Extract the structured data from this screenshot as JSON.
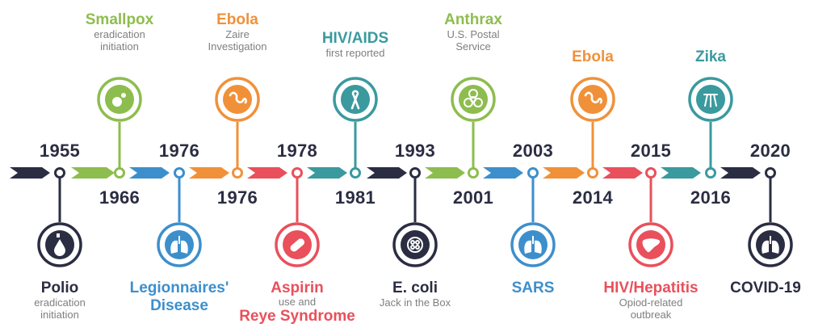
{
  "colors": {
    "navy": "#2b2d42",
    "green": "#8dbd4e",
    "blue": "#3d8fcc",
    "orange": "#f0913a",
    "red": "#e9505b",
    "teal": "#3a9a9e",
    "gray": "#7f7f7f"
  },
  "years": {
    "y1955": "1955",
    "y1966": "1966",
    "y1976a": "1976",
    "y1976b": "1976",
    "y1978": "1978",
    "y1981": "1981",
    "y1993": "1993",
    "y2001": "2001",
    "y2003": "2003",
    "y2014": "2014",
    "y2015": "2015",
    "y2016": "2016",
    "y2020": "2020"
  },
  "events": {
    "smallpox": {
      "title": "Smallpox",
      "sub1": "eradication",
      "sub2": "initiation",
      "icon": "smallpox-virus-icon"
    },
    "ebola_zaire": {
      "title": "Ebola",
      "sub1": "Zaire",
      "sub2": "Investigation",
      "icon": "ebola-virus-icon"
    },
    "hiv_aids": {
      "title": "HIV/AIDS",
      "sub1": "first reported",
      "icon": "awareness-ribbon-icon"
    },
    "anthrax": {
      "title": "Anthrax",
      "sub1": "U.S. Postal",
      "sub2": "Service",
      "icon": "biohazard-icon"
    },
    "ebola_2014": {
      "title": "Ebola",
      "icon": "ebola-virus-icon"
    },
    "zika": {
      "title": "Zika",
      "icon": "mosquito-icon"
    },
    "polio": {
      "title": "Polio",
      "sub1": "eradication",
      "sub2": "initiation",
      "icon": "drop-icon"
    },
    "legionnaires": {
      "title1": "Legionnaires'",
      "title2": "Disease",
      "icon": "lungs-icon"
    },
    "aspirin": {
      "title": "Aspirin",
      "sub1": "use and",
      "title2": "Reye Syndrome",
      "icon": "pill-icon"
    },
    "ecoli": {
      "title": "E. coli",
      "sub1": "Jack in the Box",
      "icon": "bacteria-icon"
    },
    "sars": {
      "title": "SARS",
      "icon": "lungs-icon"
    },
    "hiv_hepatitis": {
      "title": "HIV/Hepatitis",
      "sub1": "Opiod-related",
      "sub2": "outbreak",
      "icon": "liver-icon"
    },
    "covid": {
      "title": "COVID-19",
      "icon": "lungs-icon"
    }
  }
}
